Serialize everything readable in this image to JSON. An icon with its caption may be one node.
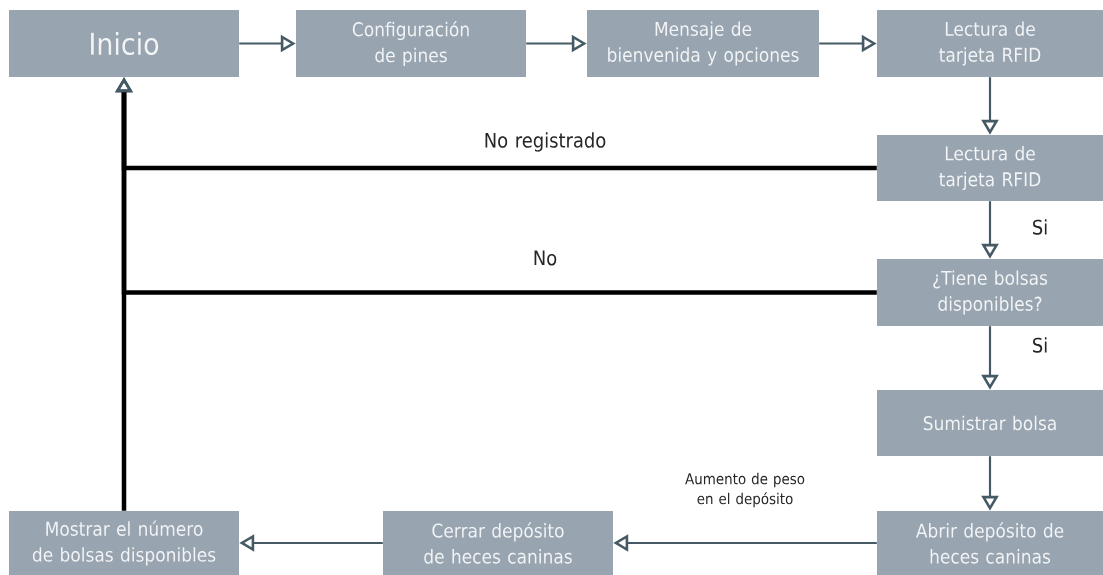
{
  "diagram": {
    "nodes": [
      {
        "text": [
          "Inicio"
        ]
      },
      {
        "text": [
          "Configuración de pines"
        ]
      },
      {
        "text": [
          "Mensaje de bienvenida y opciones"
        ]
      },
      {
        "text": [
          "Lectura de tarjeta RFID"
        ]
      },
      {
        "text": [
          "Lectura de tarjeta RFID"
        ]
      },
      {
        "text": [
          "¿Tiene bolsas disponibles?"
        ]
      },
      {
        "text": [
          "Sumistrar bolsa"
        ]
      },
      {
        "text": [
          "Abrir depósito de heces caninas"
        ]
      },
      {
        "text": [
          "Cerrar depósito de heces caninas"
        ]
      },
      {
        "text": [
          "Mostrar el número de bolsas disponibles"
        ]
      }
    ],
    "edges": [
      {
        "from": 0,
        "to": 1,
        "arrow": "to"
      },
      {
        "from": 1,
        "to": 2,
        "arrow": "to"
      },
      {
        "from": 2,
        "to": 3,
        "arrow": "to"
      },
      {
        "from": 3,
        "to": 4,
        "arrow": "to"
      },
      {
        "from": 4,
        "to": 5,
        "arrow": "to",
        "label": "Si"
      },
      {
        "from": 5,
        "to": 6,
        "arrow": "to",
        "label": "Si"
      },
      {
        "from": 6,
        "to": 7,
        "arrow": "to"
      },
      {
        "from": 7,
        "to": 8,
        "arrow": "to",
        "label": "Aumento de peso en el depósito"
      },
      {
        "from": 8,
        "to": 9,
        "arrow": "to"
      },
      {
        "from": 4,
        "to": 0,
        "arrow": "to",
        "label": "No registrado",
        "style": "thick",
        "color": "#000000"
      },
      {
        "from": 5,
        "to": 0,
        "arrow": "to",
        "label": "No",
        "style": "thick",
        "color": "#000000"
      },
      {
        "from": 9,
        "to": 0,
        "arrow": "to",
        "style": "thick",
        "color": "#000000"
      }
    ]
  }
}
